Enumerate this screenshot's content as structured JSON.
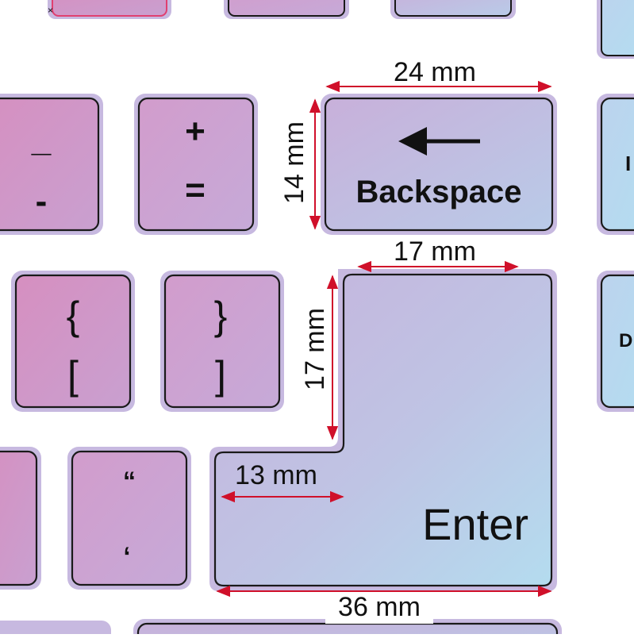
{
  "colors": {
    "key_pink": "#d296c4",
    "key_mauve": "#c9aad6",
    "key_lavender": "#bfc0e0",
    "key_blue": "#b9daee",
    "outline": "#1a1a1a",
    "border_glow": "#c7b9e0",
    "dimension": "#d0102a",
    "text": "#111111"
  },
  "keys": {
    "minus": {
      "top": "_",
      "bottom": "-"
    },
    "plus": {
      "top": "+",
      "bottom": "="
    },
    "brace_open": {
      "top": "{",
      "bottom": "["
    },
    "brace_close": {
      "top": "}",
      "bottom": "]"
    },
    "quote": {
      "top": "“",
      "bottom": "‘"
    },
    "backspace": {
      "label": "Backspace",
      "icon": "left-arrow-icon"
    },
    "enter": {
      "label": "Enter"
    },
    "right_partial_1": {
      "label": "I"
    },
    "right_partial_2": {
      "label": "D"
    }
  },
  "dimensions": {
    "backspace_width": "24 mm",
    "backspace_height": "14 mm",
    "enter_top_width": "17 mm",
    "enter_top_height": "17 mm",
    "enter_inner_width": "13 mm",
    "enter_bottom_width": "36 mm"
  }
}
